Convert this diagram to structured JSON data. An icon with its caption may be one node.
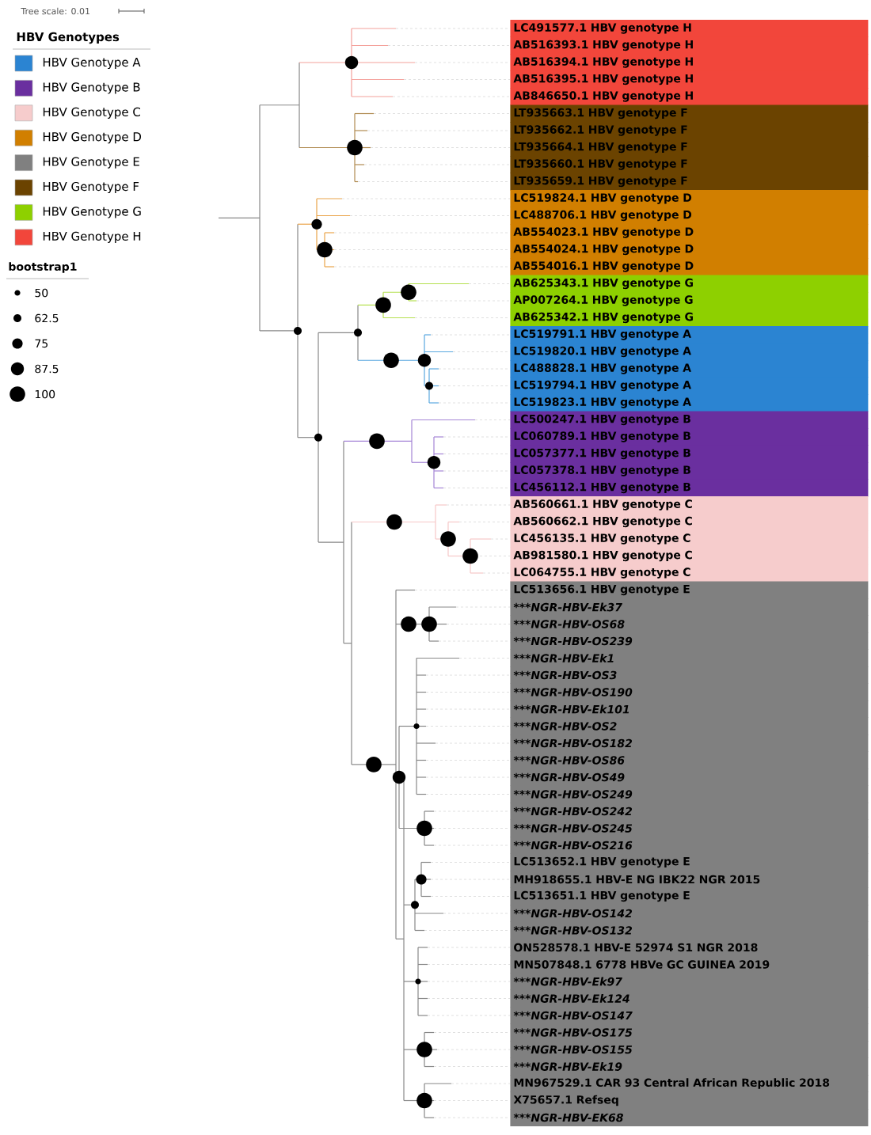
{
  "diagram": {
    "labels": [
      "Tree scale: 0.01",
      "HBV Genotypes",
      "bootstrap1",
      "LC491577.1 HBV genotype H",
      "AB516393.1 HBV genotype H",
      "AB516394.1 HBV genotype H",
      "AB516395.1 HBV genotype H",
      "AB846650.1 HBV genotype H",
      "LT935663.1 HBV genotype F",
      "LT935662.1 HBV genotype F",
      "LT935664.1 HBV genotype F",
      "LT935660.1 HBV genotype F",
      "LT935659.1 HBV genotype F",
      "LC519824.1 HBV genotype D",
      "LC488706.1 HBV genotype D",
      "AB554023.1 HBV genotype D",
      "AB554024.1 HBV genotype D",
      "AB554016.1 HBV genotype D",
      "AB625343.1 HBV genotype G",
      "AP007264.1 HBV genotype G",
      "AB625342.1 HBV genotype G",
      "LC519791.1 HBV genotype A",
      "LC519820.1 HBV genotype A",
      "LC488828.1 HBV genotype A",
      "LC519794.1 HBV genotype A",
      "LC519823.1 HBV genotype A",
      "LC500247.1 HBV genotype B",
      "LC060789.1 HBV genotype B",
      "LC057377.1 HBV genotype B",
      "LC057378.1 HBV genotype B",
      "LC456112.1 HBV genotype B",
      "AB560661.1 HBV genotype C",
      "AB560662.1 HBV genotype C",
      "LC456135.1 HBV genotype C",
      "AB981580.1 HBV genotype C",
      "LC064755.1 HBV genotype C",
      "LC513656.1 HBV genotype E",
      "***NGR-HBV-Ek37",
      "***NGR-HBV-OS68",
      "***NGR-HBV-OS239",
      "***NGR-HBV-Ek1",
      "***NGR-HBV-OS3",
      "***NGR-HBV-OS190",
      "***NGR-HBV-Ek101",
      "***NGR-HBV-OS2",
      "***NGR-HBV-OS182",
      "***NGR-HBV-OS86",
      "***NGR-HBV-OS49",
      "***NGR-HBV-OS249",
      "***NGR-HBV-OS242",
      "***NGR-HBV-OS245",
      "***NGR-HBV-OS216",
      "LC513652.1 HBV genotype E",
      "MH918655.1 HBV-E NG IBK22 NGR 2015",
      "LC513651.1 HBV genotype E",
      "***NGR-HBV-OS142",
      "***NGR-HBV-OS132",
      "ON528578.1 HBV-E 52974 S1 NGR 2018",
      "MN507848.1 6778 HBVe GC GUINEA 2019",
      "***NGR-HBV-Ek97",
      "***NGR-HBV-Ek124",
      "***NGR-HBV-OS147",
      "***NGR-HBV-OS175",
      "***NGR-HBV-OS155",
      "***NGR-HBV-Ek19",
      "MN967529.1 CAR 93 Central African Republic 2018",
      "X75657.1 Refseq",
      "***NGR-HBV-EK68"
    ],
    "legend": [
      {
        "text": "HBV Genotype A",
        "color": "#2b84d2"
      },
      {
        "text": "HBV Genotype B",
        "color": "#6a2f9f"
      },
      {
        "text": "HBV Genotype C",
        "color": "#f6cccc"
      },
      {
        "text": "HBV Genotype D",
        "color": "#d17f00"
      },
      {
        "text": "HBV Genotype E",
        "color": "#808080"
      },
      {
        "text": "HBV Genotype F",
        "color": "#6b4300"
      },
      {
        "text": "HBV Genotype G",
        "color": "#8ed000"
      },
      {
        "text": "HBV Genotype H",
        "color": "#f2463b"
      },
      {
        "text": "50"
      },
      {
        "text": "62.5"
      },
      {
        "text": "75"
      },
      {
        "text": "87.5"
      },
      {
        "text": "100"
      }
    ]
  }
}
